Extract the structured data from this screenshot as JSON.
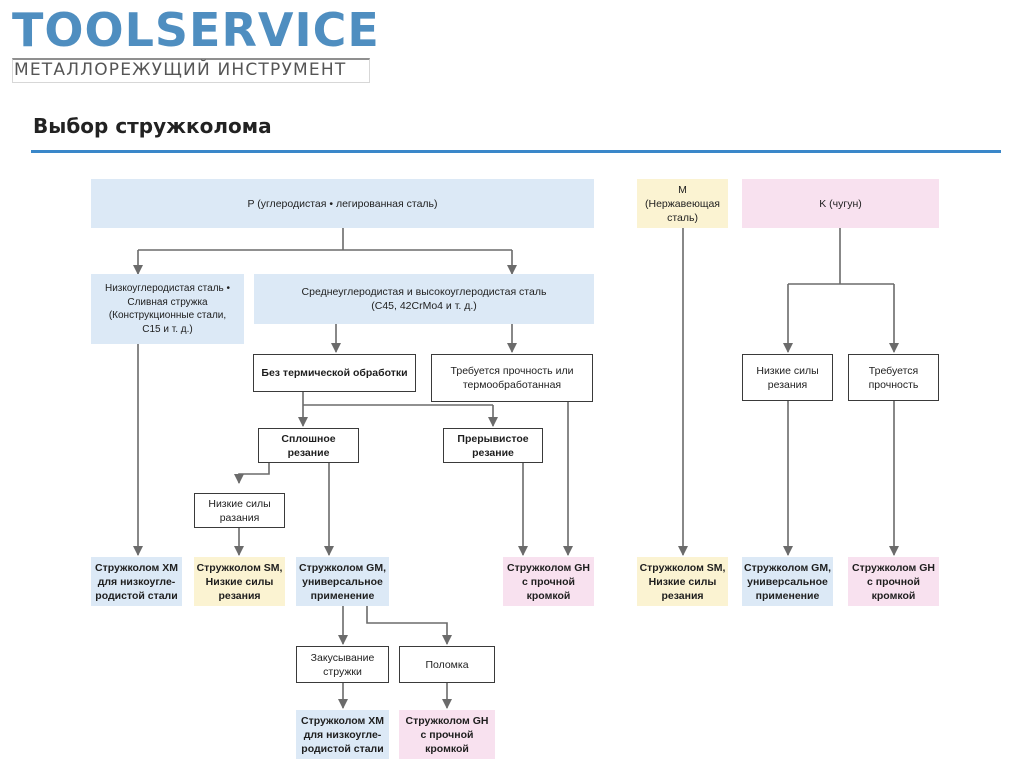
{
  "logo": {
    "main": "TOOLSERVICE",
    "sub": "МЕТАЛЛОРЕЖУЩИЙ ИНСТРУМЕНТ"
  },
  "page_title": "Выбор стружколома",
  "nodes": {
    "p_steel": "P (углеродистая • легированная сталь)",
    "m_steel": "M\n(Нержавеющая\nсталь)",
    "k_iron": "K (чугун)",
    "low_carbon": "Низкоуглеродистая сталь •\nСливная стружка\n(Конструкционные стали,\nC15 и т. д.)",
    "medium_high_carbon": "Среднеуглеродистая и высокоуглеродистая сталь\n(C45, 42CrMo4 и т. д.)",
    "no_heat_treatment": "Без термической обработки",
    "strength_required": "Требуется прочность или\nтермообработанная",
    "continuous_cut": "Сплошное\nрезание",
    "interrupted_cut": "Прерывистое\nрезание",
    "low_forces_p": "Низкие силы\nразания",
    "low_forces_k": "Низкие силы\nрезания",
    "strength_k": "Требуется\nпрочность",
    "chip_seizure": "Закусывание\nстружки",
    "breakage": "Поломка"
  },
  "results": {
    "xm_1": "Стружколом XM\nдля низкоугле-\nродистой стали",
    "sm_1": "Стружколом SM,\nНизкие силы\nрезания",
    "gm_1": "Стружколом GM,\nуниверсальное\nприменение",
    "gh_1": "Стружколом GH\nс прочной\nкромкой",
    "sm_2": "Стружколом SM,\nНизкие силы\nрезания",
    "gm_2": "Стружколом GM,\nуниверсальное\nприменение",
    "gh_2": "Стружколом GH\nс прочной\nкромкой",
    "xm_2": "Стружколом XM\nдля низкоугле-\nродистой стали",
    "gh_3": "Стружколом GH\nс прочной\nкромкой"
  },
  "colors": {
    "blue": "#dce9f6",
    "yellow": "#fbf3d2",
    "pink": "#f8e1ef",
    "brand": "#4f8ec0",
    "rule": "#3a87c9",
    "connector": "#6b6b6b"
  }
}
